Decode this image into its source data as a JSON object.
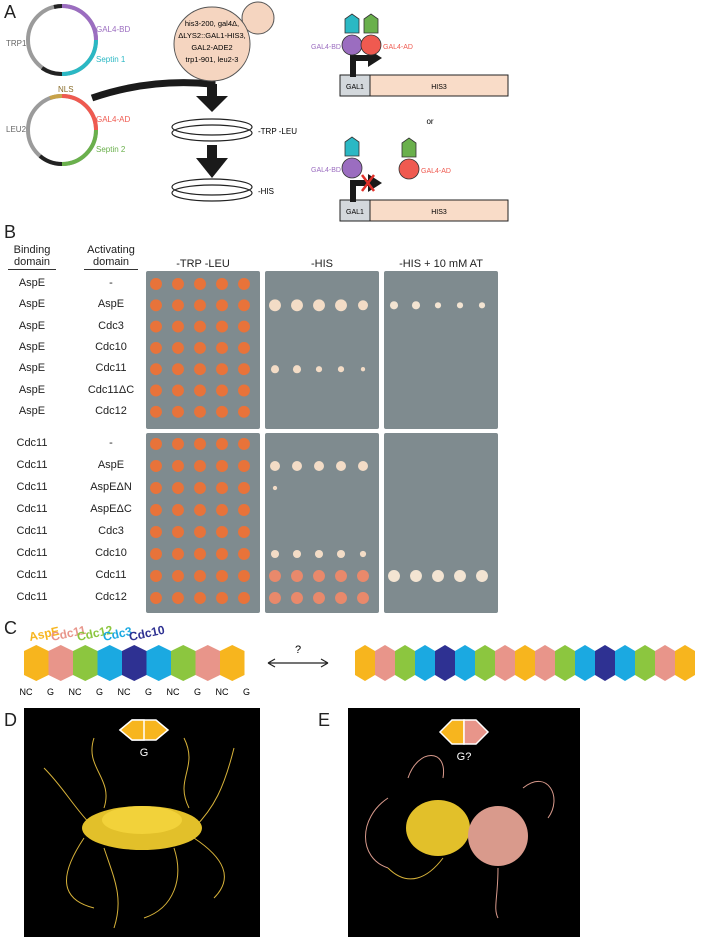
{
  "panels": {
    "A": "A",
    "B": "B",
    "C": "C",
    "D": "D",
    "E": "E"
  },
  "panelA": {
    "plasmid1": {
      "marker": "TRP1",
      "label1": "GAL4-BD",
      "label2": "Septin 1"
    },
    "plasmid2": {
      "marker": "LEU2",
      "nls": "NLS",
      "label1": "GAL4-AD",
      "label2": "Septin 2"
    },
    "strain_lines": [
      "his3-200, gal4Δ,",
      "ΔLYS2::GAL1-HIS3,",
      "GAL2-ADE2",
      "trp1-901, leu2-3"
    ],
    "plate1": "-TRP -LEU",
    "plate2": "-HIS",
    "or": "or",
    "diagram": {
      "bd": "GAL4-BD",
      "ad": "GAL4-AD",
      "promoter": "GAL1",
      "gene": "HIS3"
    }
  },
  "panelB": {
    "col_binding": [
      "Binding",
      "domain"
    ],
    "col_activating": [
      "Activating",
      "domain"
    ],
    "plate_headers": [
      "-TRP -LEU",
      "-HIS",
      "-HIS + 10 mM AT"
    ],
    "rows": [
      {
        "bd": "AspE",
        "ad": "-"
      },
      {
        "bd": "AspE",
        "ad": "AspE"
      },
      {
        "bd": "AspE",
        "ad": "Cdc3"
      },
      {
        "bd": "AspE",
        "ad": "Cdc10"
      },
      {
        "bd": "AspE",
        "ad": "Cdc11"
      },
      {
        "bd": "AspE",
        "ad": "Cdc11ΔC"
      },
      {
        "bd": "AspE",
        "ad": "Cdc12"
      },
      {
        "bd": "Cdc11",
        "ad": "-"
      },
      {
        "bd": "Cdc11",
        "ad": "AspE"
      },
      {
        "bd": "Cdc11",
        "ad": "AspEΔN"
      },
      {
        "bd": "Cdc11",
        "ad": "AspEΔC"
      },
      {
        "bd": "Cdc11",
        "ad": "Cdc3"
      },
      {
        "bd": "Cdc11",
        "ad": "Cdc10"
      },
      {
        "bd": "Cdc11",
        "ad": "Cdc11"
      },
      {
        "bd": "Cdc11",
        "ad": "Cdc12"
      }
    ],
    "growth": {
      "trp_leu": [
        [
          5,
          5,
          5,
          5,
          5
        ],
        [
          5,
          5,
          5,
          5,
          5
        ],
        [
          5,
          5,
          5,
          5,
          5
        ],
        [
          5,
          5,
          5,
          5,
          5
        ],
        [
          5,
          5,
          5,
          5,
          5
        ],
        [
          5,
          5,
          5,
          5,
          5
        ],
        [
          5,
          5,
          5,
          5,
          5
        ],
        [
          5,
          5,
          5,
          5,
          5
        ],
        [
          5,
          5,
          5,
          5,
          5
        ],
        [
          5,
          5,
          5,
          5,
          5
        ],
        [
          5,
          5,
          5,
          5,
          5
        ],
        [
          5,
          5,
          5,
          5,
          5
        ],
        [
          5,
          5,
          5,
          5,
          5
        ],
        [
          5,
          5,
          5,
          5,
          5
        ],
        [
          5,
          5,
          5,
          5,
          5
        ]
      ],
      "his": [
        [
          0,
          0,
          0,
          0,
          0
        ],
        [
          5,
          5,
          5,
          5,
          4
        ],
        [
          0,
          0,
          0,
          0,
          0
        ],
        [
          0,
          0,
          0,
          0,
          0
        ],
        [
          3,
          3,
          2,
          2,
          1
        ],
        [
          0,
          0,
          0,
          0,
          0
        ],
        [
          0,
          0,
          0,
          0,
          0
        ],
        [
          0,
          0,
          0,
          0,
          0
        ],
        [
          4,
          4,
          4,
          4,
          4
        ],
        [
          1,
          0,
          0,
          0,
          0
        ],
        [
          0,
          0,
          0,
          0,
          0
        ],
        [
          0,
          0,
          0,
          0,
          0
        ],
        [
          3,
          3,
          3,
          3,
          2
        ],
        [
          5,
          5,
          5,
          5,
          5
        ],
        [
          5,
          5,
          5,
          5,
          5
        ]
      ],
      "his_at": [
        [
          0,
          0,
          0,
          0,
          0
        ],
        [
          3,
          3,
          2,
          2,
          2
        ],
        [
          0,
          0,
          0,
          0,
          0
        ],
        [
          0,
          0,
          0,
          0,
          0
        ],
        [
          0,
          0,
          0,
          0,
          0
        ],
        [
          0,
          0,
          0,
          0,
          0
        ],
        [
          0,
          0,
          0,
          0,
          0
        ],
        [
          0,
          0,
          0,
          0,
          0
        ],
        [
          0,
          0,
          0,
          0,
          0
        ],
        [
          0,
          0,
          0,
          0,
          0
        ],
        [
          0,
          0,
          0,
          0,
          0
        ],
        [
          0,
          0,
          0,
          0,
          0
        ],
        [
          0,
          0,
          0,
          0,
          0
        ],
        [
          5,
          5,
          5,
          5,
          5
        ],
        [
          0,
          0,
          0,
          0,
          0
        ]
      ]
    }
  },
  "panelC": {
    "legend": [
      {
        "name": "AspE",
        "color": "#f7b51e"
      },
      {
        "name": "Cdc11",
        "color": "#e8958a"
      },
      {
        "name": "Cdc12",
        "color": "#8cc63f"
      },
      {
        "name": "Cdc3",
        "color": "#1ba9e1"
      },
      {
        "name": "Cdc10",
        "color": "#2e3192"
      }
    ],
    "interfaces": [
      "NC",
      "G",
      "NC",
      "G",
      "NC",
      "G",
      "NC",
      "G",
      "NC",
      "G"
    ],
    "question": "?"
  },
  "panelD": {
    "label": "G"
  },
  "panelE": {
    "label": "G?"
  },
  "colors": {
    "aspe": "#f7b51e",
    "cdc11": "#e8958a",
    "cdc12": "#8cc63f",
    "cdc3": "#1ba9e1",
    "cdc10": "#2e3192",
    "gal4bd": "#9b6dc0",
    "gal4ad": "#ef5a50",
    "septin1": "#2bb8c4",
    "septin2": "#6ab04c",
    "gal1": "#d3d8dc",
    "his3": "#f9dcc8"
  }
}
